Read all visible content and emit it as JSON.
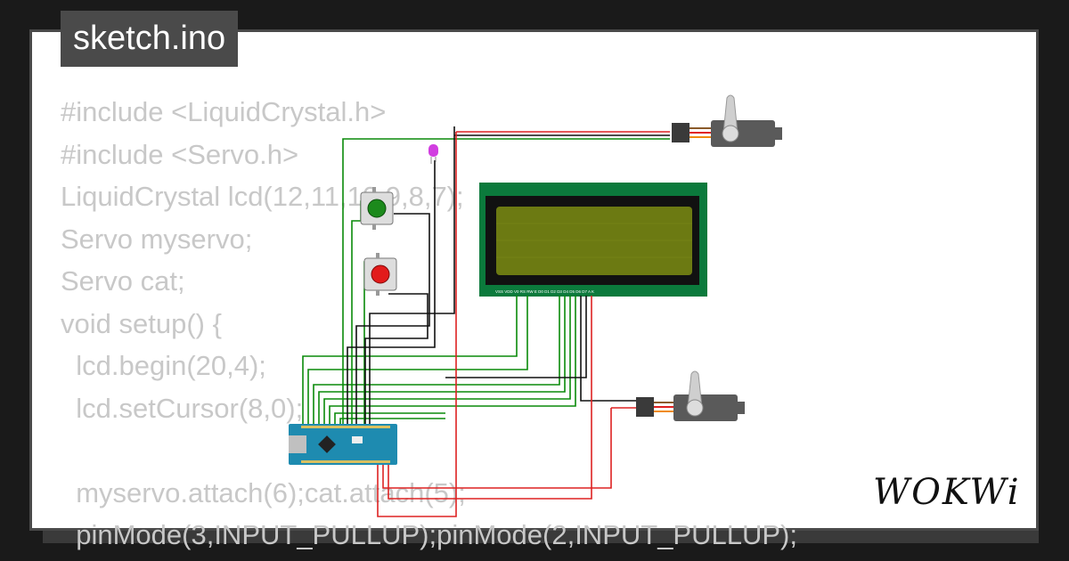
{
  "title": "sketch.ino",
  "code_lines": [
    "#include <LiquidCrystal.h>",
    "#include <Servo.h>",
    "LiquidCrystal lcd(12,11,10,9,8,7);",
    "Servo myservo;",
    "Servo cat;",
    "void setup() {",
    "  lcd.begin(20,4);",
    "  lcd.setCursor(8,0);",
    "",
    "  myservo.attach(6);cat.attach(5);",
    "  pinMode(3,INPUT_PULLUP);pinMode(2,INPUT_PULLUP);"
  ],
  "brand": "WOKWi",
  "lcd_pin_labels": "VSS VDD V0 RS RW E D0 D1 D2 D3 D4 D5 D6 D7 A K",
  "colors": {
    "background": "#1a1a1a",
    "card": "#ffffff",
    "title_tab": "#4a4a4a",
    "code_text": "#c8c8c8",
    "wire_green": "#0a8a0a",
    "wire_black": "#111111",
    "wire_red": "#dd2222",
    "lcd_pcb": "#0b7a3c",
    "lcd_screen": "#6c7a12",
    "arduino_board": "#1e8bb0",
    "servo_body": "#5a5a5a",
    "led": "#d13ee0"
  },
  "icons": [
    "led-icon",
    "green-pushbutton-icon",
    "red-pushbutton-icon",
    "servo-motor-icon",
    "arduino-nano-icon",
    "lcd-2004-icon"
  ]
}
